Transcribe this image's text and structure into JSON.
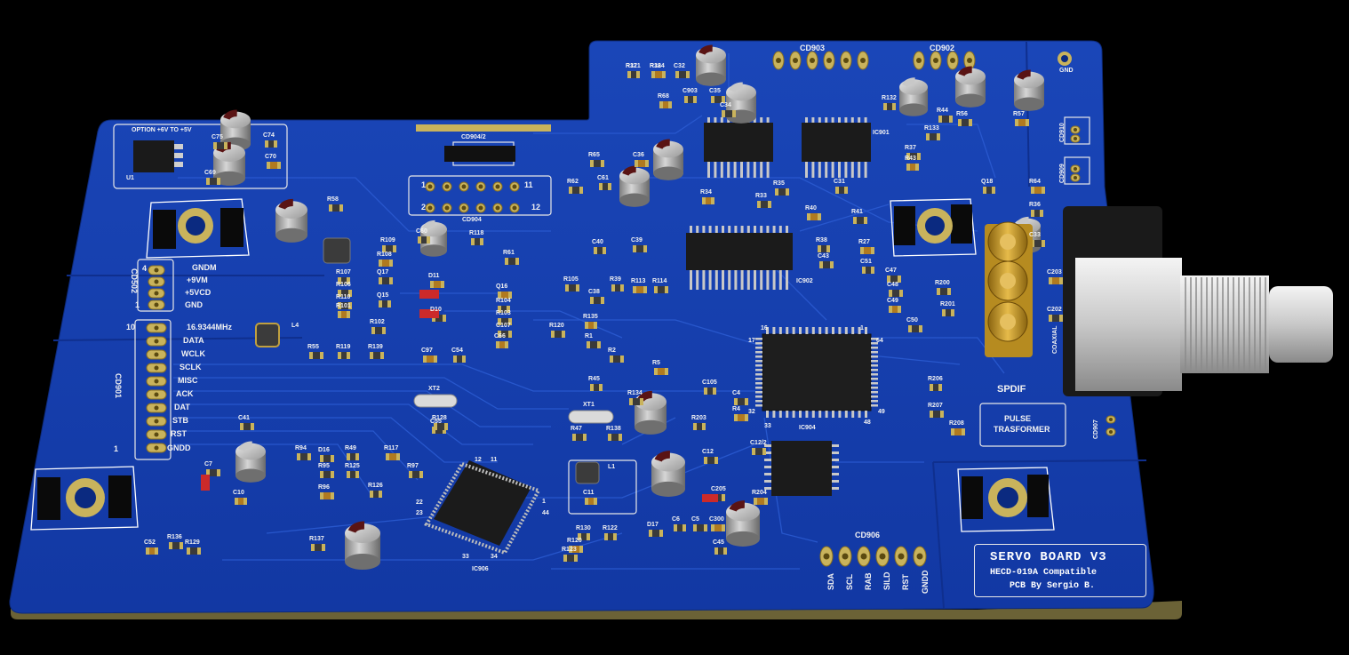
{
  "board": {
    "title": "SERVO BOARD V3",
    "subtitle": "HECD-019A Compatible",
    "credit": "PCB By Sergio B."
  },
  "connectors": {
    "cd903": "CD903",
    "cd902": "CD902",
    "cd904_2": "CD904/2",
    "cd904": "CD904",
    "cd502": "CD502",
    "cd901": "CD901",
    "cd906": "CD906",
    "cd907": "CD907",
    "cd909": "CD909",
    "cd910": "CD910"
  },
  "cd502_pins": [
    "GNDM",
    "+9VM",
    "+5VCD",
    "GND"
  ],
  "cd502_numbers": [
    "4",
    "1"
  ],
  "cd901_pins": [
    "16.9344MHz",
    "DATA",
    "WCLK",
    "SCLK",
    "MISC",
    "ACK",
    "DAT",
    "STB",
    "RST",
    "GNDD"
  ],
  "cd901_numbers": [
    "10",
    "1"
  ],
  "cd906_pins": [
    "SDA",
    "SCL",
    "RAB",
    "SILD",
    "RST",
    "GNDD"
  ],
  "cd904_numbers": [
    "1",
    "11",
    "2",
    "12"
  ],
  "ics": {
    "u1": "U1",
    "ic906": "IC906",
    "ic904": "IC904",
    "ic902": "IC902",
    "ic901": "IC901",
    "xt1": "XT1",
    "xt2": "XT2",
    "l1": "L1",
    "l4": "L4"
  },
  "option_text": "OPTION +6V TO +5V",
  "spdif": "SPDIF",
  "coaxial": "COAXIAL",
  "pulse": [
    "PULSE",
    "TRASFORMER"
  ],
  "gnd": "GND",
  "ic904_pins": [
    "16",
    "1",
    "17",
    "64",
    "32",
    "49",
    "33",
    "48"
  ],
  "ic906_pins": [
    "12",
    "11",
    "1",
    "22",
    "23",
    "44",
    "33",
    "34"
  ],
  "components": [
    {
      "t": "R37"
    },
    {
      "t": "R38"
    },
    {
      "t": "C32"
    },
    {
      "t": "R132"
    },
    {
      "t": "R56"
    },
    {
      "t": "R57"
    },
    {
      "t": "C903"
    },
    {
      "t": "C34"
    },
    {
      "t": "C35"
    },
    {
      "t": "R68"
    },
    {
      "t": "C75"
    },
    {
      "t": "C69"
    },
    {
      "t": "C74"
    },
    {
      "t": "C70"
    },
    {
      "t": "R58"
    },
    {
      "t": "C60"
    },
    {
      "t": "R109"
    },
    {
      "t": "R108"
    },
    {
      "t": "R107"
    },
    {
      "t": "R106"
    },
    {
      "t": "R110"
    },
    {
      "t": "R101"
    },
    {
      "t": "R102"
    },
    {
      "t": "Q17"
    },
    {
      "t": "Q15"
    },
    {
      "t": "D11"
    },
    {
      "t": "D10"
    },
    {
      "t": "R118"
    },
    {
      "t": "R61"
    },
    {
      "t": "Q16"
    },
    {
      "t": "R104"
    },
    {
      "t": "R103"
    },
    {
      "t": "C107"
    },
    {
      "t": "C66"
    },
    {
      "t": "R105"
    },
    {
      "t": "C38"
    },
    {
      "t": "R39"
    },
    {
      "t": "R113"
    },
    {
      "t": "R114"
    },
    {
      "t": "C40"
    },
    {
      "t": "C39"
    },
    {
      "t": "C36"
    },
    {
      "t": "C61"
    },
    {
      "t": "R62"
    },
    {
      "t": "R65"
    },
    {
      "t": "R34"
    },
    {
      "t": "R33"
    },
    {
      "t": "R35"
    },
    {
      "t": "C31"
    },
    {
      "t": "R40"
    },
    {
      "t": "R41"
    },
    {
      "t": "R38"
    },
    {
      "t": "C43"
    },
    {
      "t": "R27"
    },
    {
      "t": "C51"
    },
    {
      "t": "C47"
    },
    {
      "t": "C48"
    },
    {
      "t": "C49"
    },
    {
      "t": "C50"
    },
    {
      "t": "R200"
    },
    {
      "t": "R201"
    },
    {
      "t": "C203"
    },
    {
      "t": "C202"
    },
    {
      "t": "R206"
    },
    {
      "t": "R207"
    },
    {
      "t": "R208"
    },
    {
      "t": "R36"
    },
    {
      "t": "C33"
    },
    {
      "t": "R37"
    },
    {
      "t": "R43"
    },
    {
      "t": "R44"
    },
    {
      "t": "R133"
    },
    {
      "t": "Q18"
    },
    {
      "t": "R64"
    },
    {
      "t": "R55"
    },
    {
      "t": "R119"
    },
    {
      "t": "R139"
    },
    {
      "t": "C97"
    },
    {
      "t": "C54"
    },
    {
      "t": "C55"
    },
    {
      "t": "R120"
    },
    {
      "t": "R135"
    },
    {
      "t": "R1"
    },
    {
      "t": "R2"
    },
    {
      "t": "R45"
    },
    {
      "t": "R5"
    },
    {
      "t": "R134"
    },
    {
      "t": "C105"
    },
    {
      "t": "C4"
    },
    {
      "t": "R4"
    },
    {
      "t": "R203"
    },
    {
      "t": "R47"
    },
    {
      "t": "R138"
    },
    {
      "t": "C11"
    },
    {
      "t": "C12"
    },
    {
      "t": "C12/2"
    },
    {
      "t": "C205"
    },
    {
      "t": "R204"
    },
    {
      "t": "D17"
    },
    {
      "t": "C6"
    },
    {
      "t": "C5"
    },
    {
      "t": "C300"
    },
    {
      "t": "C45"
    },
    {
      "t": "C41"
    },
    {
      "t": "C7"
    },
    {
      "t": "C10"
    },
    {
      "t": "R94"
    },
    {
      "t": "D16"
    },
    {
      "t": "R49"
    },
    {
      "t": "R117"
    },
    {
      "t": "R95"
    },
    {
      "t": "R125"
    },
    {
      "t": "R97"
    },
    {
      "t": "R96"
    },
    {
      "t": "R126"
    },
    {
      "t": "R137"
    },
    {
      "t": "R136"
    },
    {
      "t": "C52"
    },
    {
      "t": "R129"
    },
    {
      "t": "R128"
    },
    {
      "t": "R130"
    },
    {
      "t": "R120"
    },
    {
      "t": "R123"
    },
    {
      "t": "R122"
    },
    {
      "t": "R121"
    },
    {
      "t": "R124"
    }
  ],
  "misc_text": {
    "plus5v": "+5V",
    "gndd": "GNDD",
    "gndm": "GNDM"
  }
}
